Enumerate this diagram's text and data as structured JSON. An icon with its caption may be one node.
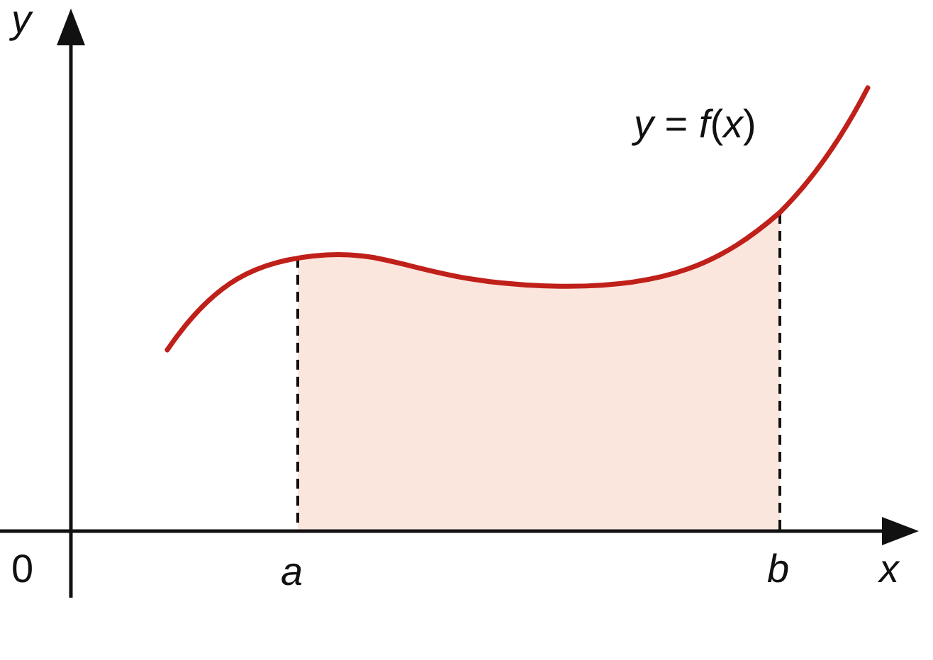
{
  "diagram": {
    "labels": [
      "y",
      "*y* = *f*(*x*)",
      "0",
      "a",
      "b",
      "x"
    ]
  }
}
